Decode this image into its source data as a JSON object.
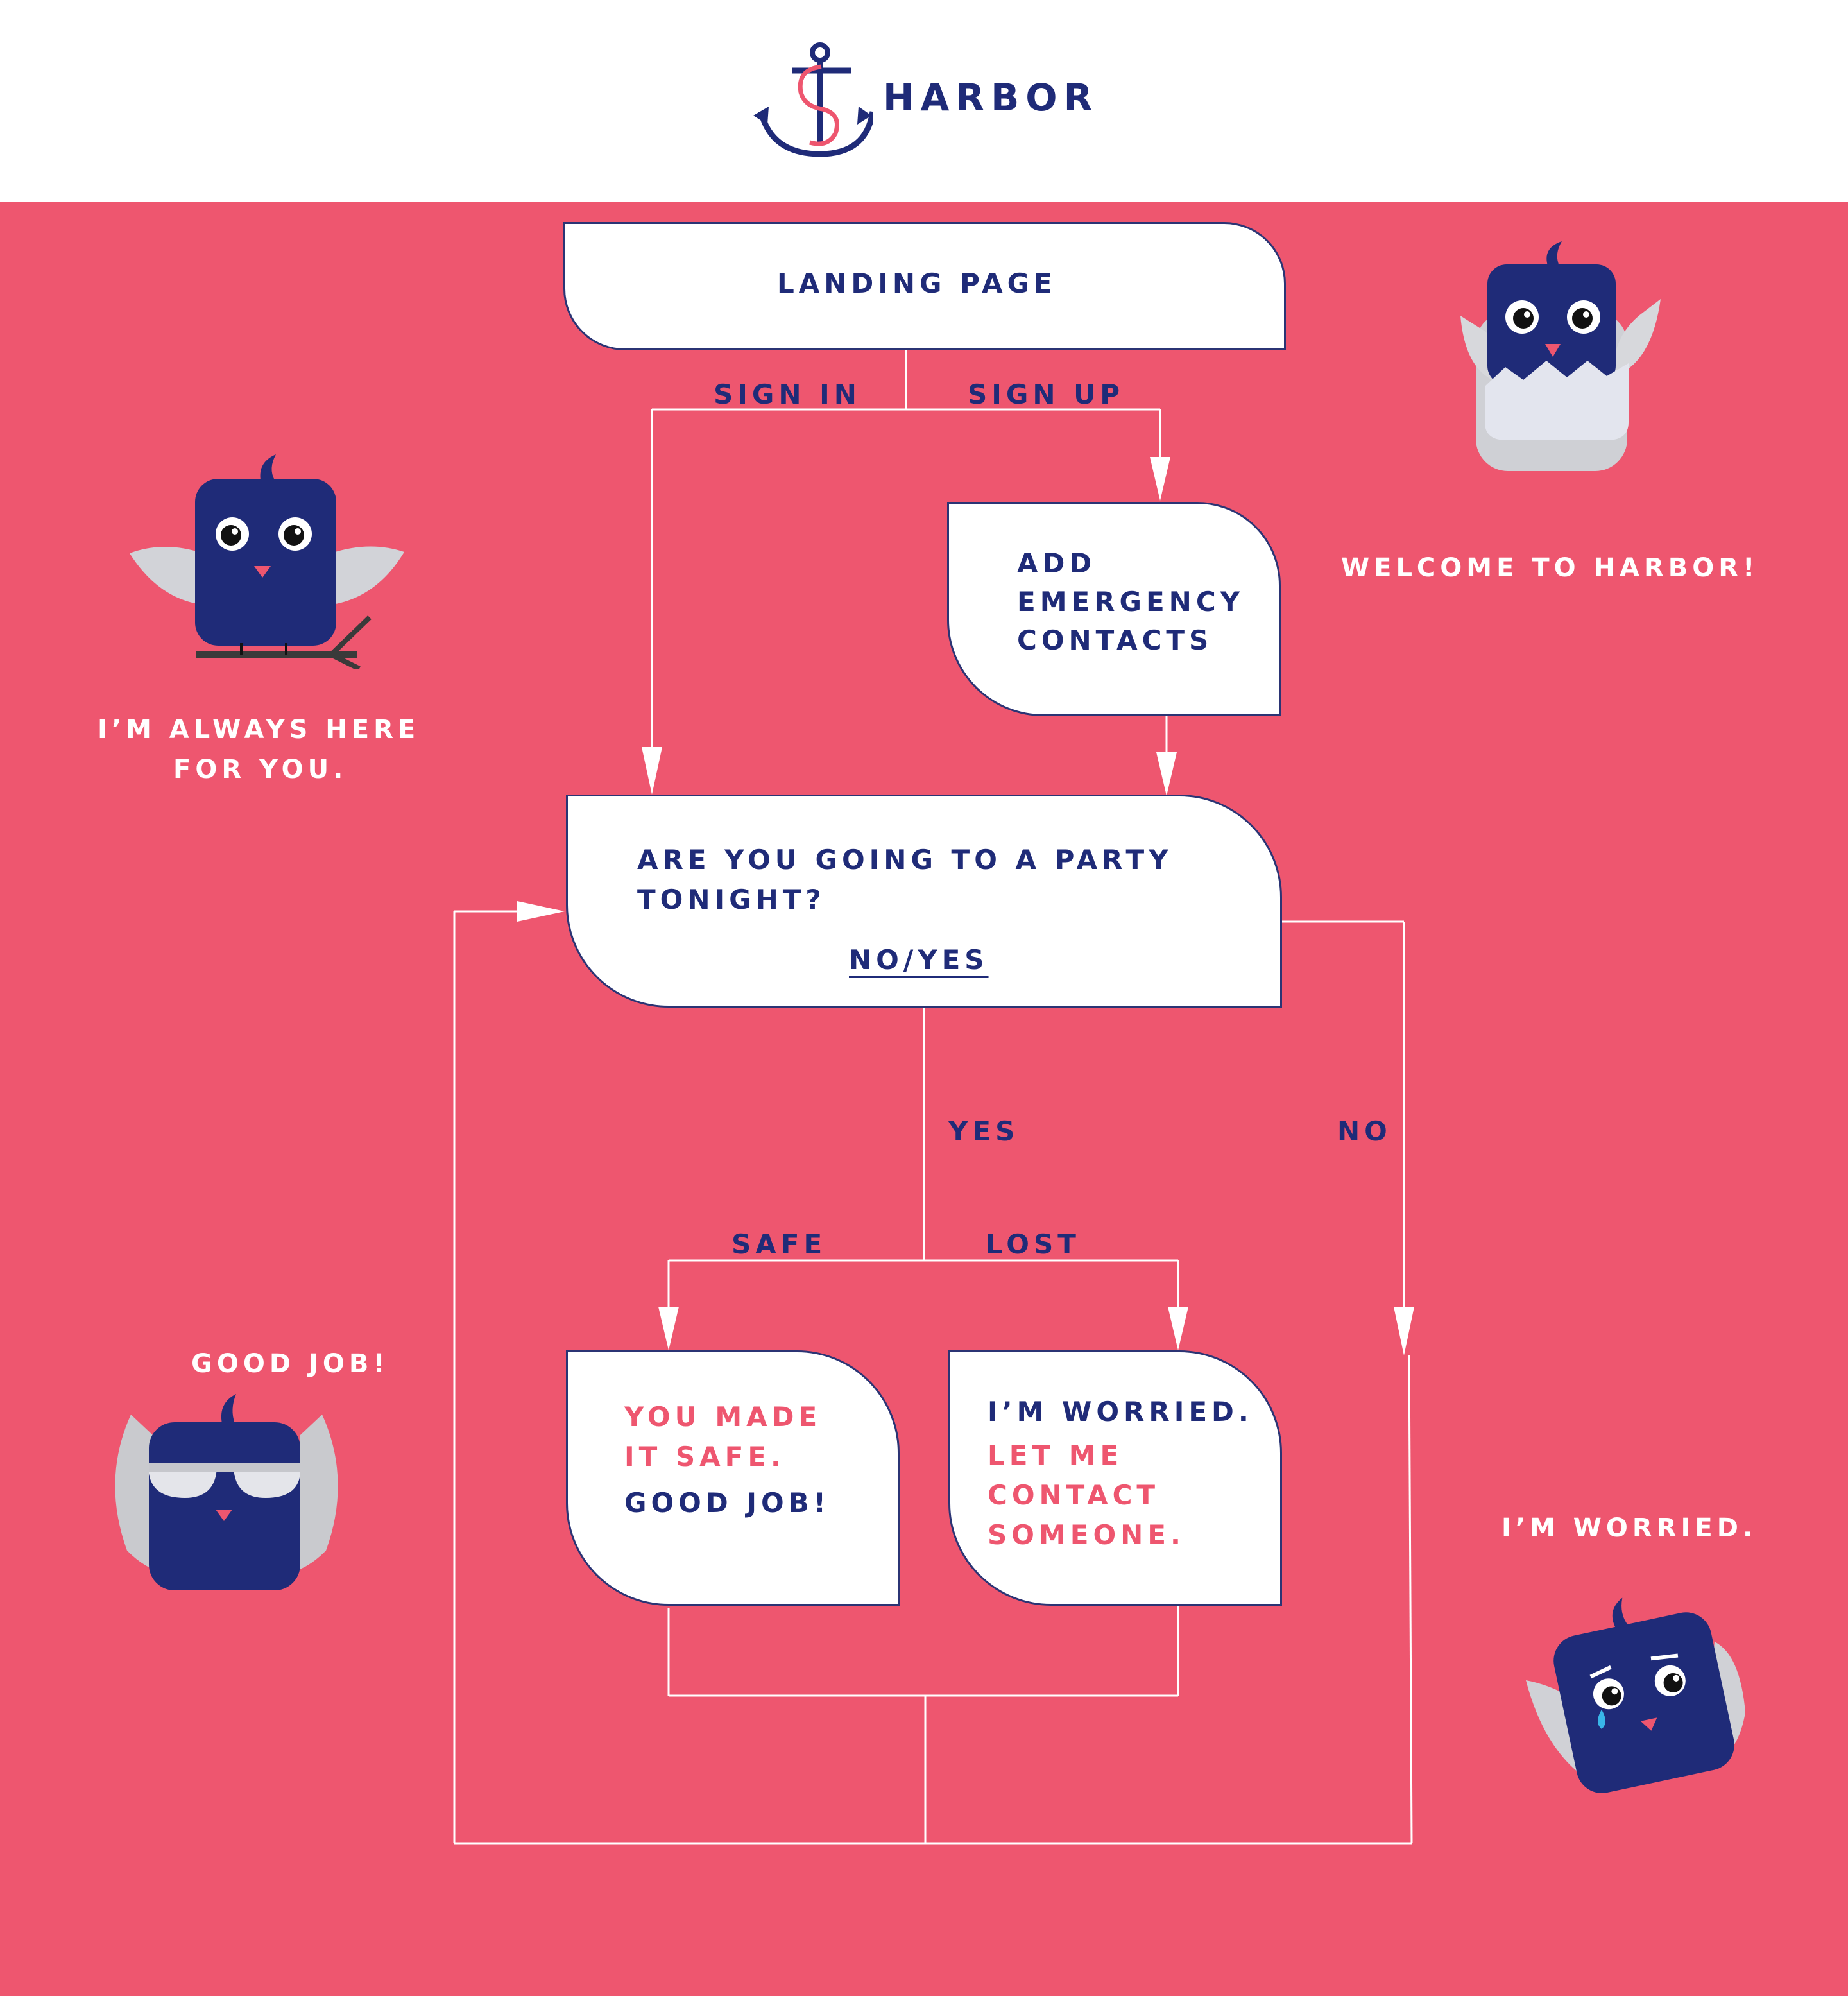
{
  "header": {
    "brand": "HARBOR",
    "logo_icon": "anchor-icon"
  },
  "colors": {
    "background": "#ee566f",
    "navy": "#1f2b78",
    "white": "#ffffff"
  },
  "nodes": {
    "landing": {
      "label": "LANDING PAGE"
    },
    "emergency": {
      "line1": "ADD",
      "line2": "EMERGENCY",
      "line3": "CONTACTS"
    },
    "question": {
      "line1": "ARE YOU GOING TO A PARTY",
      "line2": "TONIGHT?",
      "choice": "NO/YES"
    },
    "safe": {
      "line1": "YOU MADE",
      "line2": "IT SAFE.",
      "line3": "GOOD JOB!"
    },
    "worried": {
      "line1": "I’M WORRIED.",
      "line2": "LET ME",
      "line3": "CONTACT",
      "line4": "SOMEONE."
    }
  },
  "edges": {
    "sign_in": "SIGN IN",
    "sign_up": "SIGN UP",
    "yes": "YES",
    "no": "NO",
    "safe": "SAFE",
    "lost": "LOST"
  },
  "mascots": {
    "welcome": {
      "caption": "WELCOME TO HARBOR!",
      "icon": "hatching-owl-icon"
    },
    "always": {
      "line1": "I’M ALWAYS HERE",
      "line2": "FOR YOU.",
      "icon": "perched-owl-icon"
    },
    "good_job": {
      "caption": "GOOD JOB!",
      "icon": "sunglasses-owl-icon"
    },
    "worried": {
      "caption": "I’M WORRIED.",
      "icon": "crying-owl-icon"
    }
  }
}
